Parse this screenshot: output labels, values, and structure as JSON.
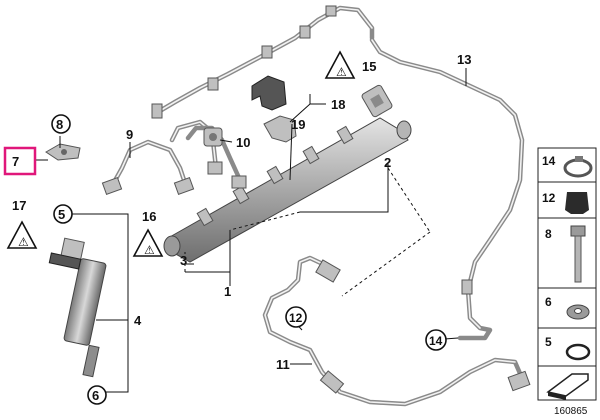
{
  "diagram": {
    "labels": {
      "p1": "1",
      "p3": "3",
      "p4": "4",
      "p5": "5",
      "p6": "6",
      "p7": "7",
      "p8": "8",
      "p9": "9",
      "p10": "10",
      "p11": "11",
      "p12": "12",
      "p13": "13",
      "p14": "14",
      "p15": "15",
      "p16": "16",
      "p17": "17",
      "p18": "18",
      "p19": "19",
      "p2": "2"
    },
    "legend": [
      {
        "label": "14"
      },
      {
        "label": "12"
      },
      {
        "label": "8"
      },
      {
        "label": "6"
      },
      {
        "label": "5"
      }
    ],
    "diagram_number": "160865",
    "highlight_color": "#e0177a"
  }
}
